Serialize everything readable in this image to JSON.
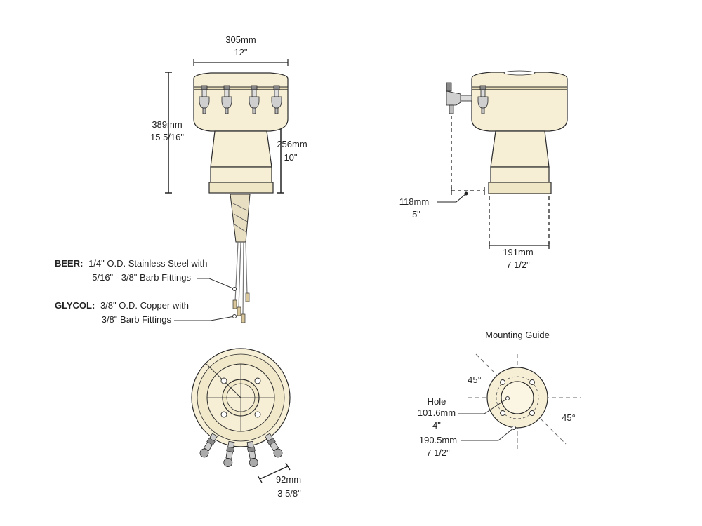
{
  "front_view": {
    "width_mm": "305mm",
    "width_in": "12\"",
    "height_mm": "389mm",
    "height_in": "15 5/16\"",
    "base_height_mm": "256mm",
    "base_height_in": "10\""
  },
  "tubing": {
    "beer_label": "BEER:",
    "beer_line1": "1/4\" O.D. Stainless Steel with",
    "beer_line2": "5/16\" - 3/8\" Barb Fittings",
    "glycol_label": "GLYCOL:",
    "glycol_line1": "3/8\" O.D. Copper with",
    "glycol_line2": "3/8\" Barb Fittings"
  },
  "side_view": {
    "offset_mm": "118mm",
    "offset_in": "5\"",
    "base_width_mm": "191mm",
    "base_width_in": "7 1/2\""
  },
  "top_view": {
    "spacing_mm": "92mm",
    "spacing_in": "3 5/8\""
  },
  "mounting_guide": {
    "title": "Mounting Guide",
    "angle_top": "45°",
    "angle_right": "45°",
    "hole_label": "Hole",
    "hole_mm": "101.6mm",
    "hole_in": "4\"",
    "bolt_mm": "190.5mm",
    "bolt_in": "7 1/2\""
  },
  "colors": {
    "body_fill": "#f6efd6",
    "outline": "#2a2a2a"
  }
}
